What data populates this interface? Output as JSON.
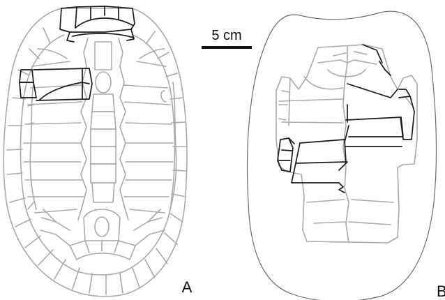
{
  "figure": {
    "scale_bar_label": "5 cm",
    "panel_a_label": "A",
    "panel_b_label": "B"
  },
  "colors": {
    "black_lines": "#1a1a1a",
    "grey_lines": "#a9a9a9",
    "outline": "#6a6a6a",
    "background": "#ffffff"
  }
}
